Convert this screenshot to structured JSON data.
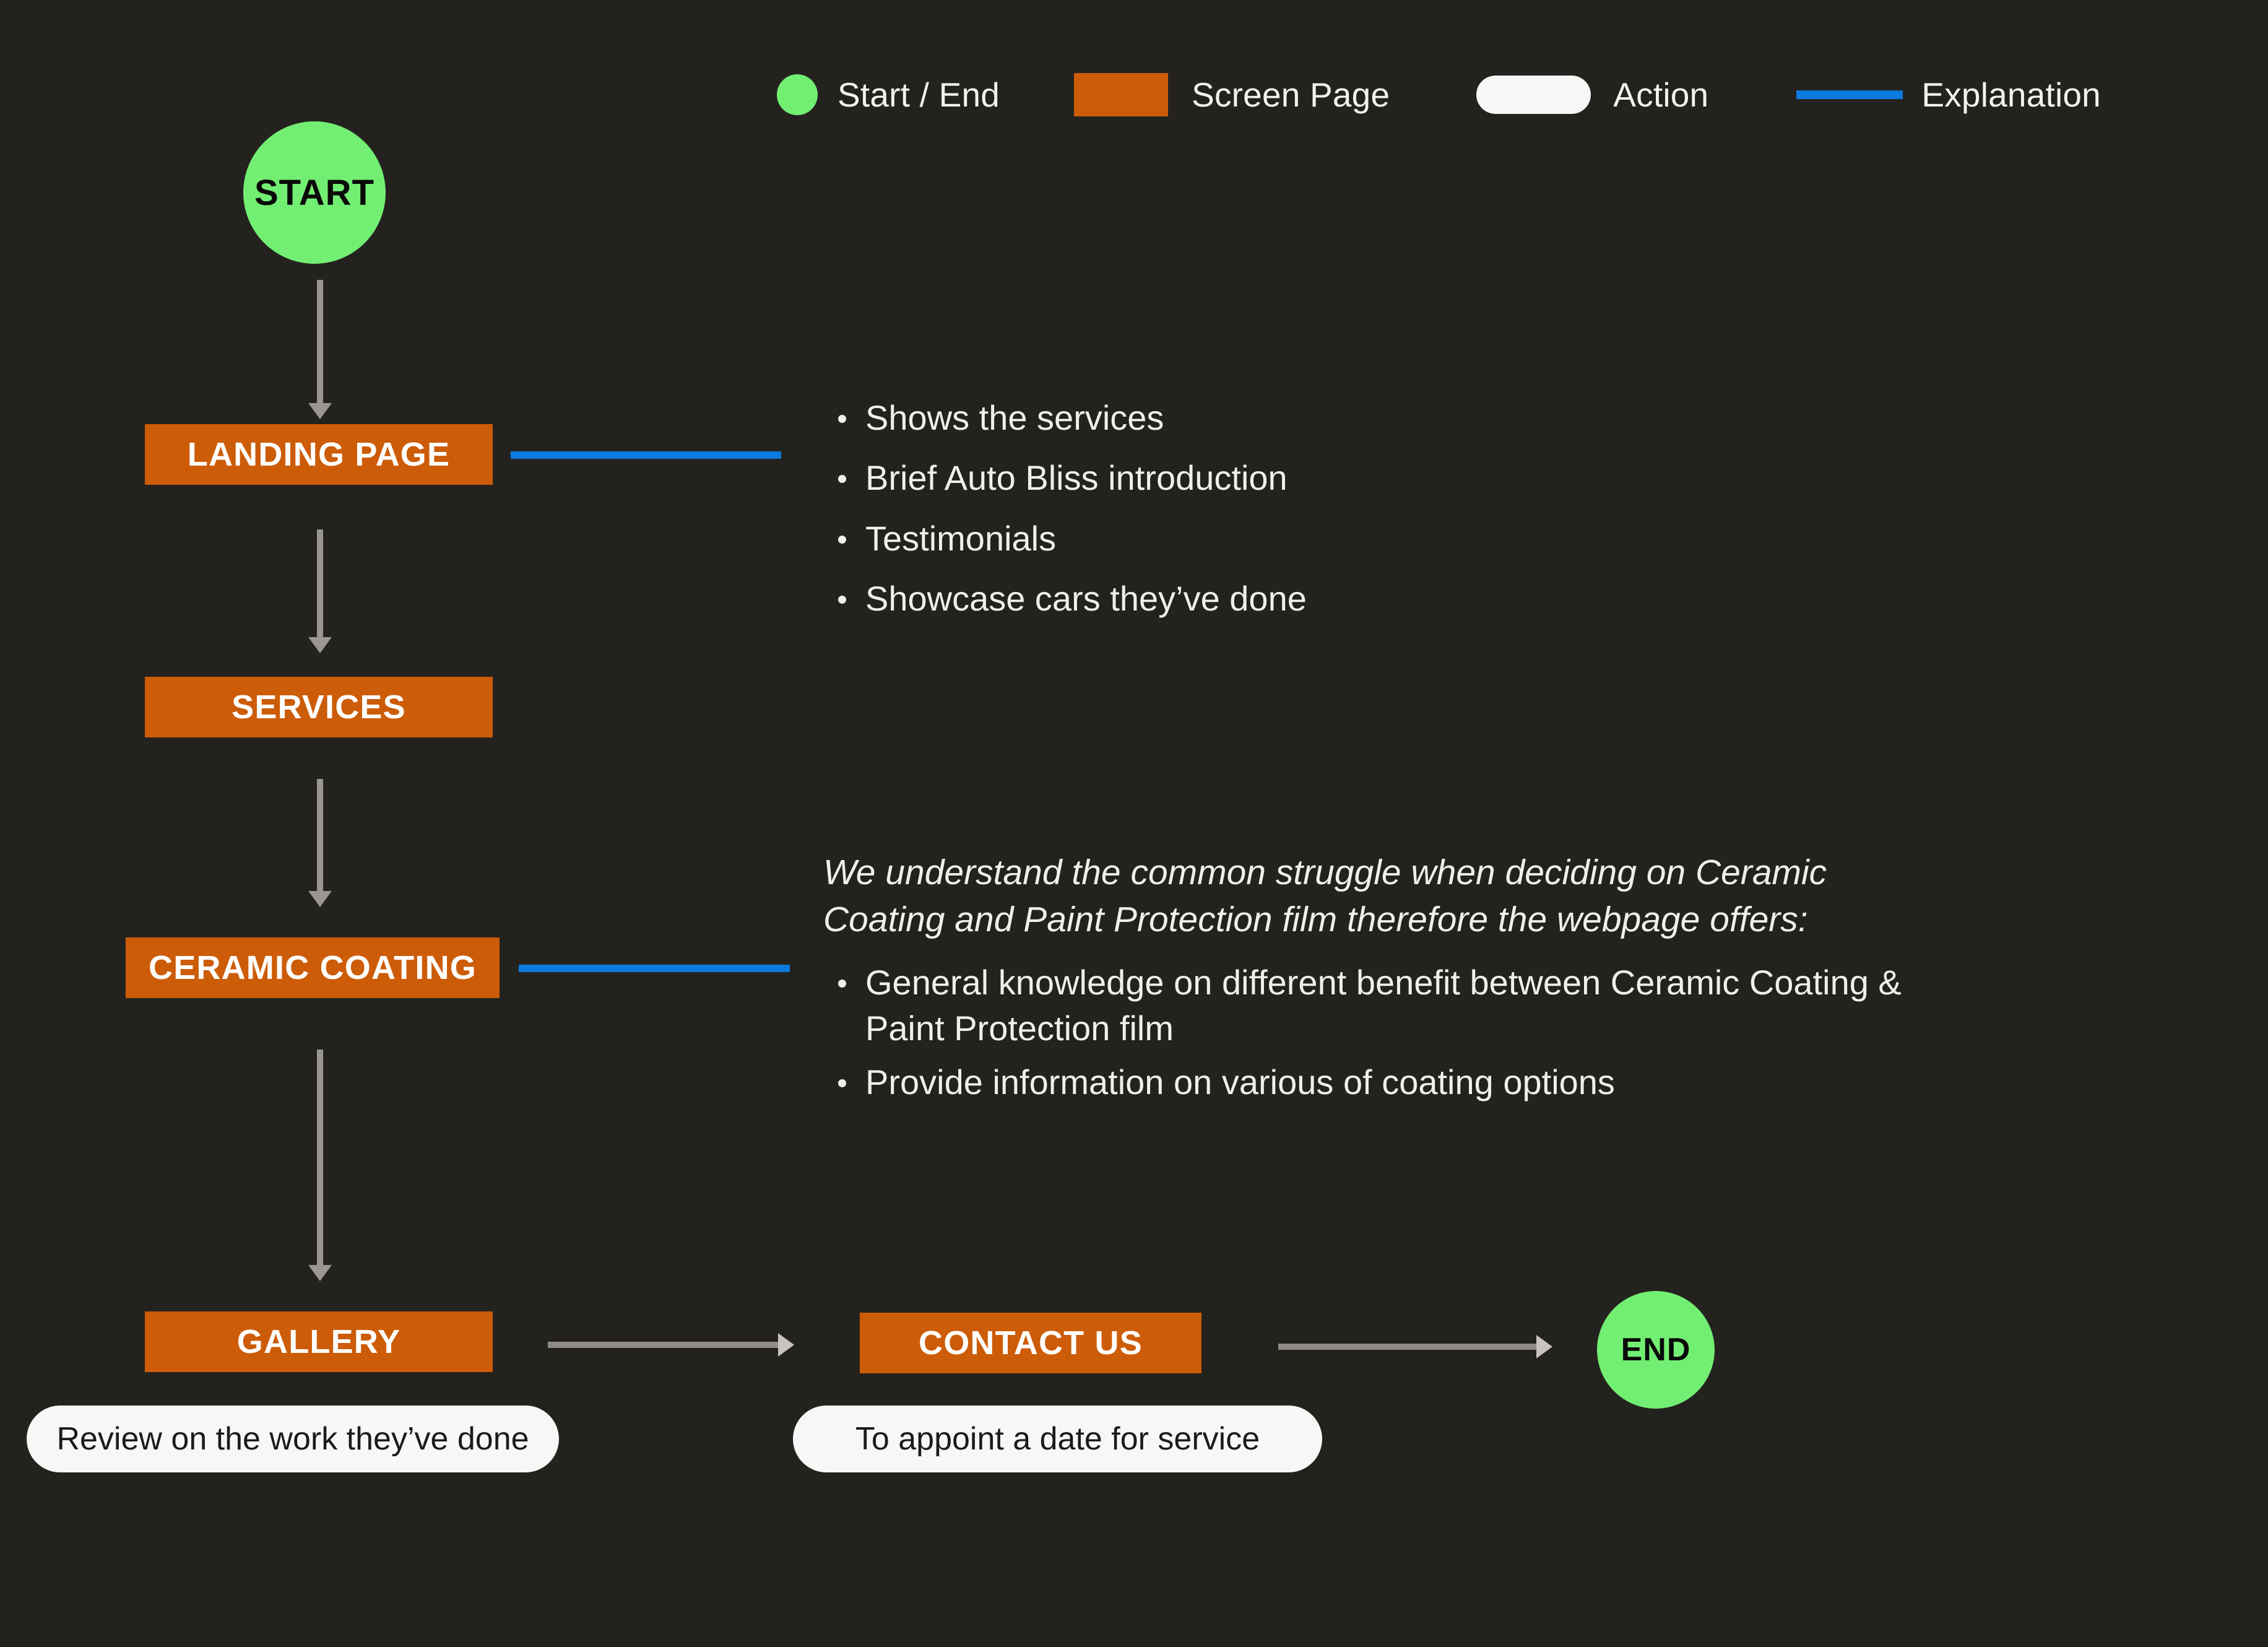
{
  "legend": {
    "items": [
      {
        "label": "Start / End",
        "shape": "circle",
        "color": "#72ef72"
      },
      {
        "label": "Screen Page",
        "shape": "rect",
        "color": "#cd5c08"
      },
      {
        "label": "Action",
        "shape": "pill",
        "color": "#f7f7f5"
      },
      {
        "label": "Explanation",
        "shape": "line",
        "color": "#0d7ade"
      }
    ]
  },
  "nodes": {
    "start": "START",
    "end": "END",
    "landing_page": "LANDING PAGE",
    "services": "SERVICES",
    "ceramic_coating": "CERAMIC COATING",
    "gallery": "GALLERY",
    "contact_us": "CONTACT US"
  },
  "actions": {
    "gallery": "Review on the work they’ve done",
    "contact": "To appoint a date for service"
  },
  "annotations": {
    "landing_page": {
      "bullets": [
        "Shows the services",
        "Brief Auto Bliss introduction",
        "Testimonials",
        "Showcase cars they’ve done"
      ]
    },
    "ceramic_coating": {
      "lead": "We understand the common struggle when deciding on Ceramic Coating and Paint Protection film therefore the webpage offers:",
      "bullets": [
        "General knowledge on different benefit between Ceramic Coating & Paint Protection film",
        "Provide information on various of coating options"
      ]
    }
  },
  "colors": {
    "background": "#24221f",
    "start_end": "#72ef72",
    "screen_page": "#cd5c08",
    "action": "#f7f7f5",
    "explanation": "#0d7ade",
    "connector": "#9a9792"
  }
}
